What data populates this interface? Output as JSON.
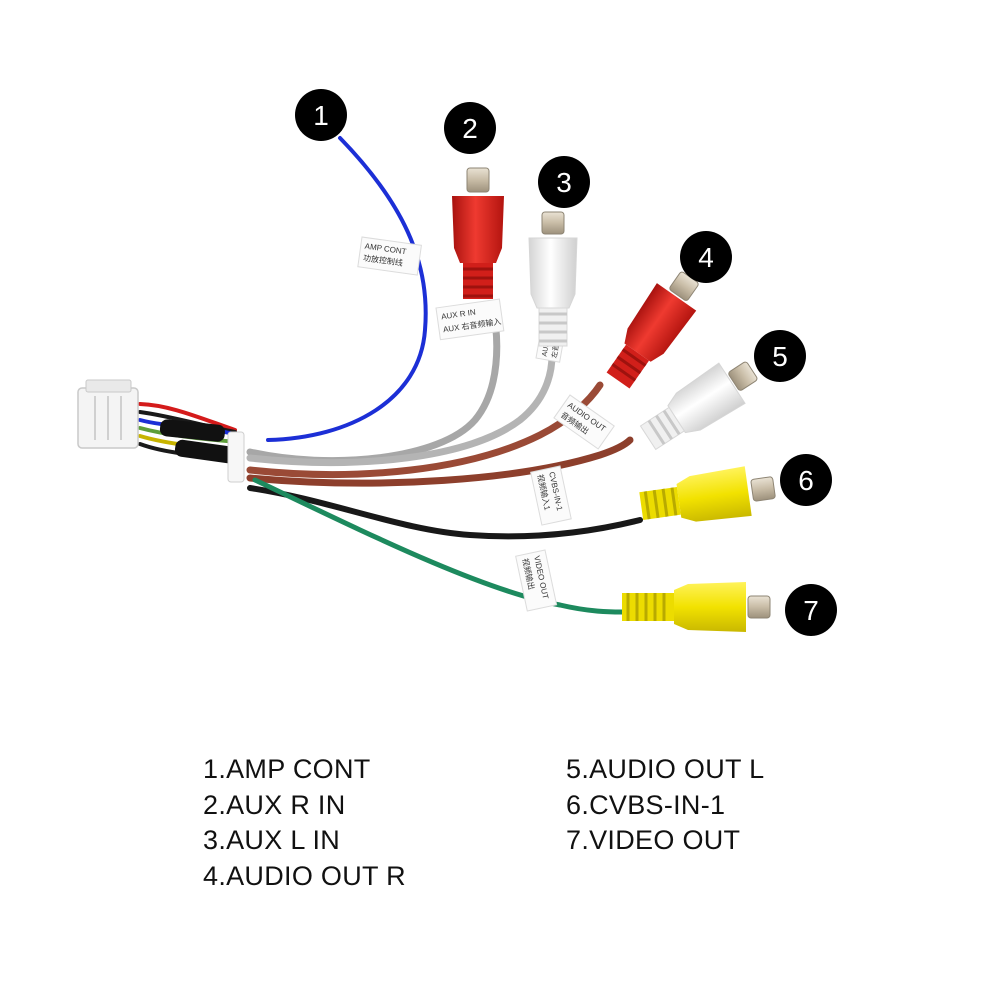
{
  "callouts": [
    "1",
    "2",
    "3",
    "4",
    "5",
    "6",
    "7"
  ],
  "tags": {
    "amp": [
      "AMP CONT",
      "功放控制线"
    ],
    "aux_r": [
      "AUX R IN",
      "AUX 右音频输入"
    ],
    "aux_l": [
      "AUX L IN",
      "左音频输入"
    ],
    "audio_out": [
      "AUDIO OUT",
      "音频输出"
    ],
    "cvbs": [
      "CVBS-IN-1",
      "视频输入1"
    ],
    "video_out": [
      "VIDEO OUT",
      "视频输出"
    ]
  },
  "legend": {
    "left": [
      "1.AMP CONT",
      "2.AUX R IN",
      "3.AUX L IN",
      "4.AUDIO OUT R"
    ],
    "right": [
      "5.AUDIO OUT L",
      "6.CVBS-IN-1",
      "7.VIDEO OUT"
    ]
  },
  "colors": {
    "wire_blue": "#1c2fd6",
    "wire_grey": "#a7a7a7",
    "wire_brown": "#9a4a36",
    "wire_black": "#181818",
    "wire_green": "#1d8a5e",
    "rca_red": "#e0231d",
    "rca_white": "#f3f3f3",
    "rca_yellow": "#f4e600",
    "callout_bg": "#000000"
  }
}
